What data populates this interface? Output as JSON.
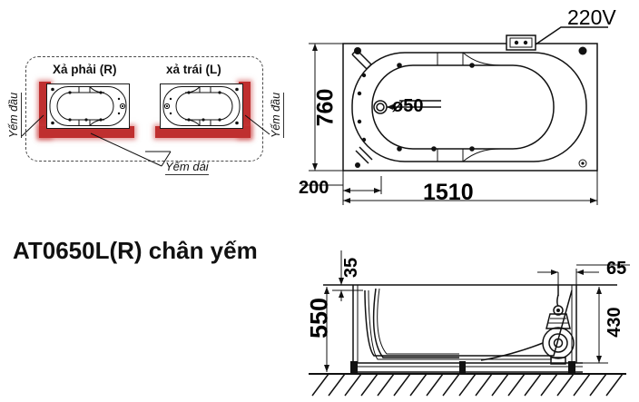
{
  "product": {
    "title": "AT0650L(R) chân yếm"
  },
  "detail_panel": {
    "variants": [
      {
        "name": "variant-right-drain",
        "label": "Xả phải (R)"
      },
      {
        "name": "variant-left-drain",
        "label": "xả trái (L)"
      }
    ],
    "callouts": {
      "left_skirt": "Yếm đầu",
      "right_skirt": "Yếm đầu",
      "long_skirt": "Yếm dài"
    },
    "highlight_color": "#bf2f2f"
  },
  "top_view": {
    "name": "bathtub-top-view",
    "dimensions": {
      "width_overall": "1510",
      "depth_overall": "760",
      "offset_left": "200",
      "drain_diameter": "ø50"
    },
    "power": {
      "label": "220V",
      "socket_name": "power-socket-icon"
    }
  },
  "side_view": {
    "name": "bathtub-side-section-view",
    "dimensions": {
      "height_overall": "550",
      "rim_thickness": "35",
      "pump_height": "430",
      "right_offset": "65"
    }
  }
}
